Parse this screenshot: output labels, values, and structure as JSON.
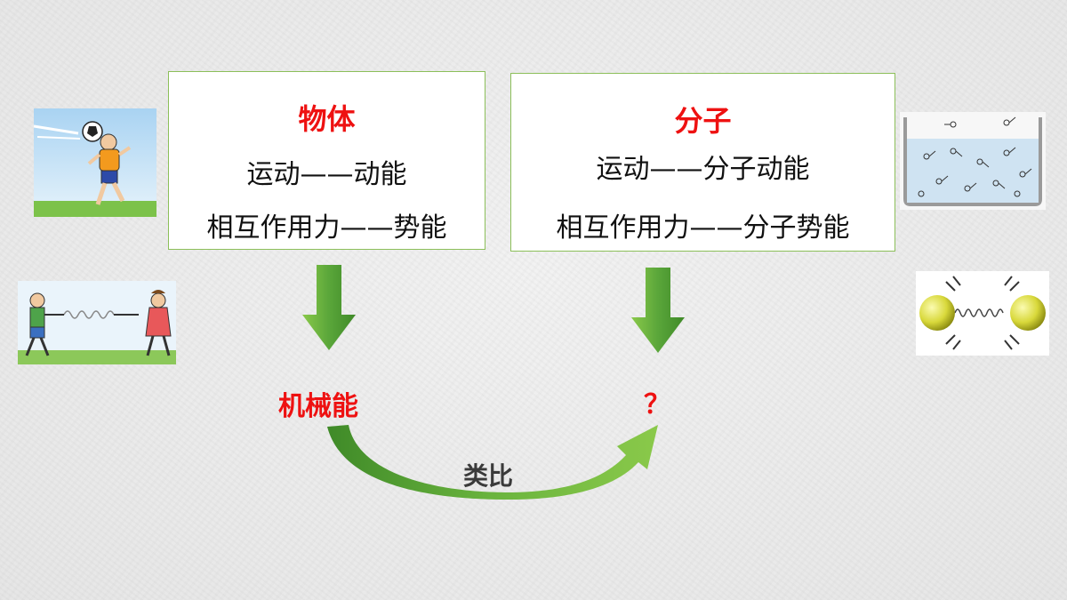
{
  "left_box": {
    "title": "物体",
    "line1": "运动——动能",
    "line2": "相互作用力——势能"
  },
  "right_box": {
    "title": "分子",
    "line1": "运动——分子动能",
    "line2": "相互作用力——分子势能"
  },
  "result_left": "机械能",
  "result_right": "？",
  "analogy_label": "类比",
  "colors": {
    "accent_red": "#ee1111",
    "arrow_green": "#5aa63a",
    "border_green": "#8cbf5a"
  },
  "illustrations": [
    "soccer-player-image",
    "tug-of-war-spring-image",
    "molecules-in-water-image",
    "molecule-spring-model-image"
  ]
}
